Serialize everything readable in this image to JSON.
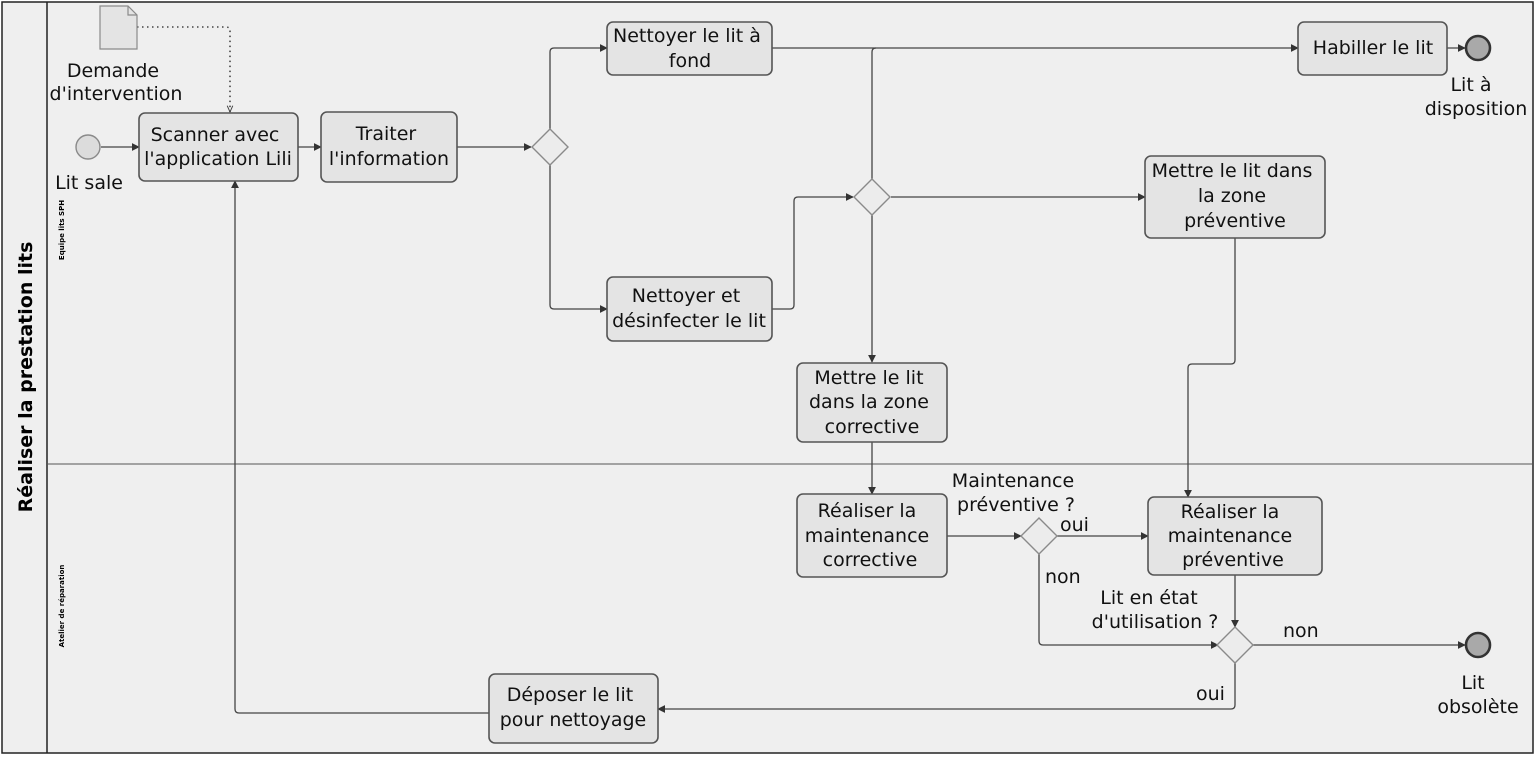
{
  "pool": {
    "title": "Réaliser la prestation lits"
  },
  "lanes": [
    {
      "id": "lane-sph",
      "title": "Equipe lits SPH"
    },
    {
      "id": "lane-atelier",
      "title": "Atelier de réparation"
    }
  ],
  "document": {
    "lines": [
      "Demande",
      "d'intervention"
    ]
  },
  "tasks": {
    "scanner": [
      "Scanner avec",
      "l'application Lili"
    ],
    "traiter": [
      "Traiter",
      "l'information"
    ],
    "nettoyer_fond": [
      "Nettoyer le lit à",
      "fond"
    ],
    "habiller": [
      "Habiller le lit"
    ],
    "nettoyer_desinfecter": [
      "Nettoyer et",
      "désinfecter le lit"
    ],
    "zone_preventive": [
      "Mettre le lit dans",
      "la zone",
      "préventive"
    ],
    "zone_corrective": [
      "Mettre le lit",
      "dans la zone",
      "corrective"
    ],
    "maint_corrective": [
      "Réaliser la",
      "maintenance",
      "corrective"
    ],
    "maint_preventive": [
      "Réaliser la",
      "maintenance",
      "préventive"
    ],
    "deposer": [
      "Déposer le lit",
      "pour nettoyage"
    ]
  },
  "events": {
    "start": [
      "Lit sale"
    ],
    "end_disposition": [
      "Lit à",
      "disposition"
    ],
    "end_obsolete": [
      "Lit",
      "obsolète"
    ]
  },
  "gateways": {
    "maint_question": [
      "Maintenance",
      "préventive ?"
    ],
    "etat_question": [
      "Lit en état",
      "d'utilisation ?"
    ]
  },
  "flow_labels": {
    "oui_1": "oui",
    "non_1": "non",
    "non_2": "non",
    "oui_2": "oui"
  }
}
